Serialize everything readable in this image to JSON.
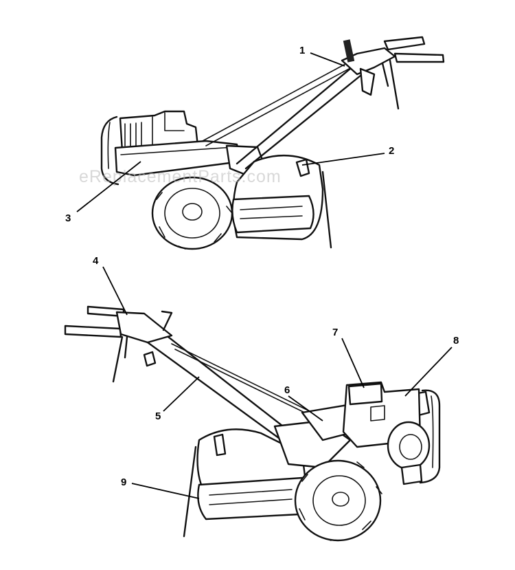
{
  "watermark": "eReplacementParts.com",
  "callouts": {
    "c1": "1",
    "c2": "2",
    "c3": "3",
    "c4": "4",
    "c5": "5",
    "c6": "6",
    "c7": "7",
    "c8": "8",
    "c9": "9"
  },
  "colors": {
    "ink": "#111111",
    "background": "#ffffff",
    "watermark": "#b9b9b9"
  }
}
